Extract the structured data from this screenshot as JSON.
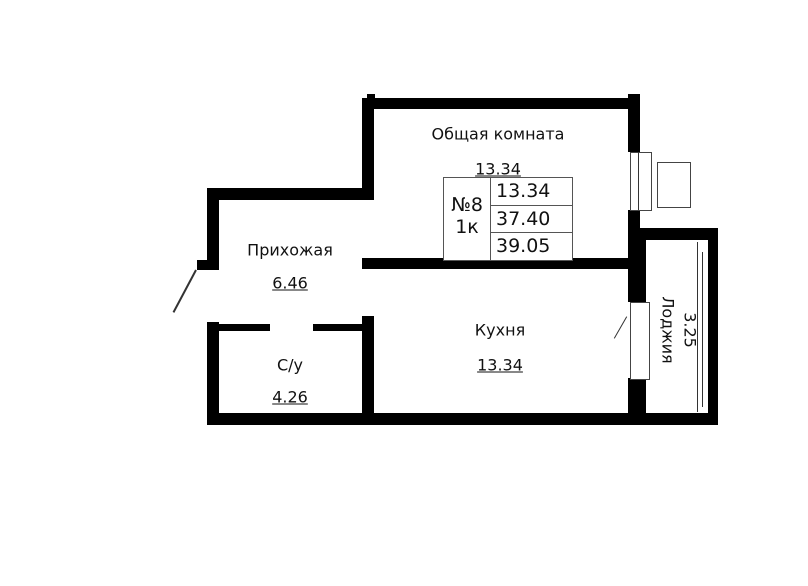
{
  "apartment": {
    "number": "№8",
    "type": "1к",
    "living_area": "13.34",
    "area": "37.40",
    "total_area": "39.05"
  },
  "rooms": [
    {
      "name": "Общая комната",
      "area": "13.34"
    },
    {
      "name": "Прихожая",
      "area": "6.46"
    },
    {
      "name": "С/у",
      "area": "4.26"
    },
    {
      "name": "Кухня",
      "area": "13.34"
    },
    {
      "name": "Лоджия",
      "area": "3.25"
    }
  ]
}
